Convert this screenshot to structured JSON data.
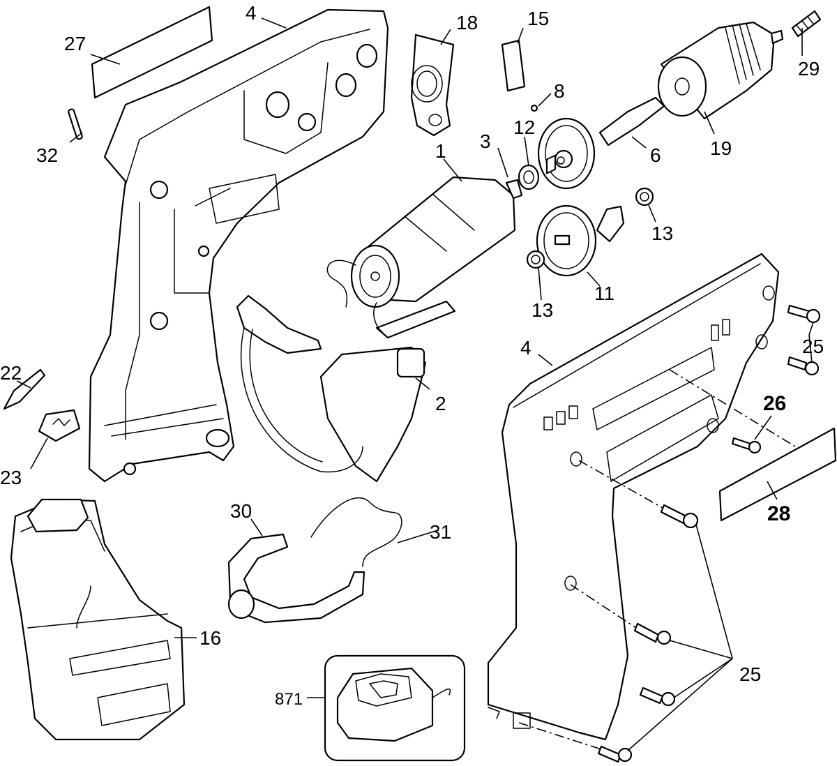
{
  "diagram": {
    "labels": {
      "l27": "27",
      "l4a": "4",
      "l18": "18",
      "l15": "15",
      "l29": "29",
      "l8": "8",
      "l32": "32",
      "l12": "12",
      "l3": "3",
      "l1": "1",
      "l6": "6",
      "l19": "19",
      "l13a": "13",
      "l13b": "13",
      "l11": "11",
      "l25a": "25",
      "l4b": "4",
      "l22": "22",
      "l2": "2",
      "l26": "26",
      "l23": "23",
      "l28": "28",
      "l30": "30",
      "l31": "31",
      "l16": "16",
      "l25b": "25",
      "l871": "871"
    }
  }
}
